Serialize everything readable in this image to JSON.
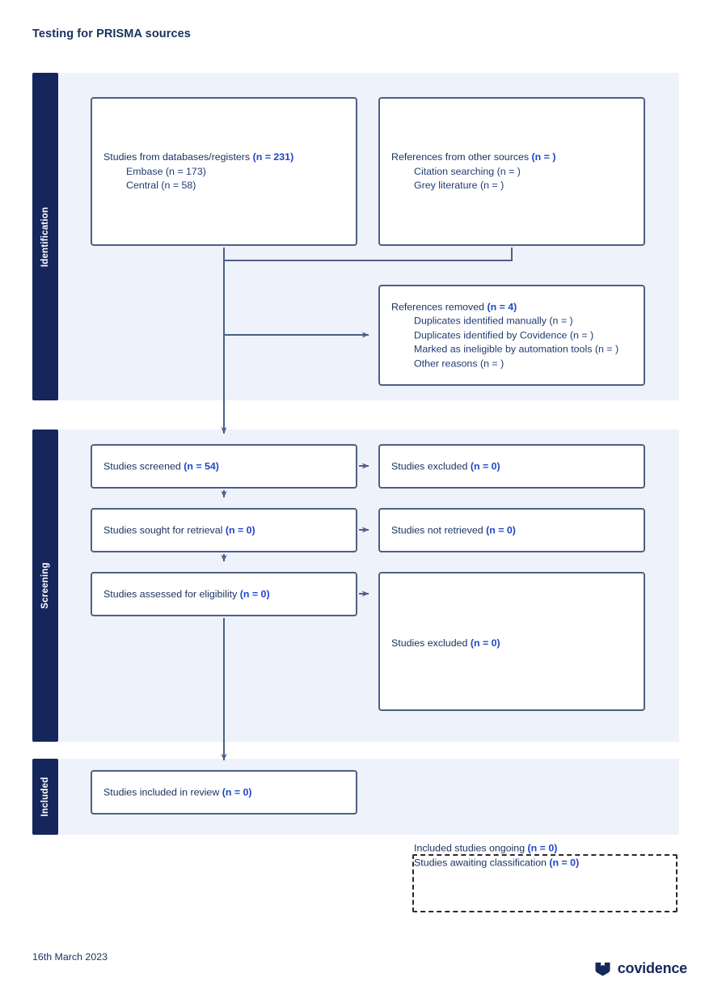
{
  "document": {
    "title": "Testing for PRISMA sources",
    "date": "16th March 2023"
  },
  "brand": {
    "name": "covidence",
    "logo_icon": "covidence-shield-icon"
  },
  "colors": {
    "stage_tab_bg": "#14265c",
    "panel_bg": "#eef2fb",
    "box_border": "#4c6084",
    "text_primary": "#17315e",
    "text_body": "#1f3b73",
    "count_accent": "#1f46c8",
    "page_bg": "#ffffff"
  },
  "stages": [
    {
      "id": "identification",
      "label": "Identification"
    },
    {
      "id": "screening",
      "label": "Screening"
    },
    {
      "id": "included",
      "label": "Included"
    }
  ],
  "boxes": {
    "databases": {
      "head_text": "Studies from databases/registers ",
      "head_count": "(n = 231)",
      "sub": [
        "Embase (n = 173)",
        "Central (n = 58)"
      ]
    },
    "other_sources": {
      "head_text": "References from other sources ",
      "head_count": "(n = )",
      "sub": [
        "Citation searching (n = )",
        "Grey literature (n = )"
      ]
    },
    "references_removed": {
      "head_text": "References removed ",
      "head_count": "(n = 4)",
      "sub": [
        "Duplicates identified manually (n = )",
        "Duplicates identified by Covidence (n = )",
        "Marked as ineligible by automation tools (n = )",
        "Other reasons (n = )"
      ]
    },
    "screened": {
      "head_text": "Studies screened ",
      "head_count": "(n = 54)"
    },
    "excluded_screened": {
      "head_text": "Studies excluded ",
      "head_count": "(n = 0)"
    },
    "sought_retrieval": {
      "head_text": "Studies sought for retrieval ",
      "head_count": "(n = 0)"
    },
    "not_retrieved": {
      "head_text": "Studies not retrieved ",
      "head_count": "(n = 0)"
    },
    "assessed_eligibility": {
      "head_text": "Studies assessed for eligibility ",
      "head_count": "(n = 0)"
    },
    "excluded_eligibility": {
      "head_text": "Studies excluded ",
      "head_count": "(n = 0)"
    },
    "included_review": {
      "head_text": "Studies included in review ",
      "head_count": "(n = 0)"
    },
    "ongoing": {
      "line1_text": "Included studies ongoing ",
      "line1_count": "(n = 0)",
      "line2_text": "Studies awaiting classification ",
      "line2_count": "(n = 0)"
    }
  }
}
